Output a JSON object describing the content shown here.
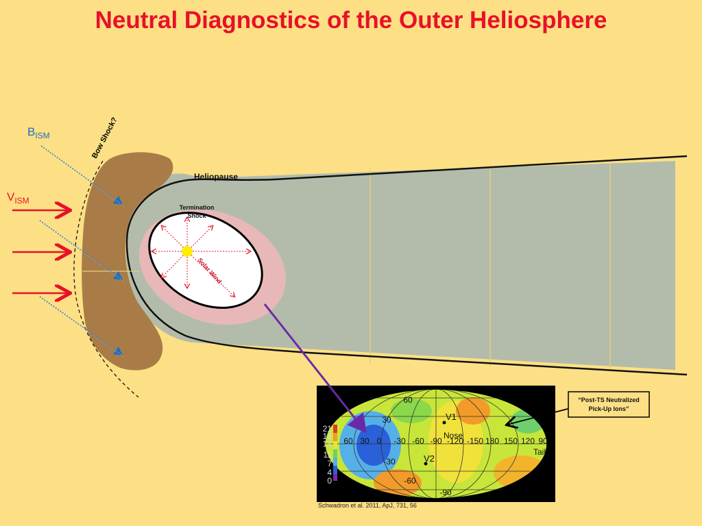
{
  "title": "Neutral Diagnostics of the Outer Heliosphere",
  "labels": {
    "b_ism_main": "B",
    "b_ism_sub": "ISM",
    "v_ism_main": "V",
    "v_ism_sub": "ISM",
    "bow_shock": "Bow Shock?",
    "heliopause": "Heliopause",
    "termination_shock_line1": "Termination",
    "termination_shock_line2": "Shock",
    "solar_wind": "Solar Wind",
    "callout_line1": "“Post-TS Neutralized",
    "callout_line2": "Pick-Up Ions”"
  },
  "map": {
    "colorbar_ticks": [
      "21",
      "18",
      "14",
      "11",
      "7",
      "4",
      "0"
    ],
    "lat_labels": [
      "60",
      "30",
      "-30",
      "-60",
      "-90"
    ],
    "lon_labels": [
      "60",
      "30",
      "0",
      "-30",
      "-60",
      "-90",
      "-120",
      "-150",
      "180",
      "150",
      "120",
      "90"
    ],
    "markers": {
      "v1": "V1",
      "v2": "V2",
      "nose": "Nose",
      "tail": "Tail"
    }
  },
  "citation": "Schwadron et al. 2011, ApJ, 731, 56",
  "colors": {
    "background": "#fde085",
    "title": "#e8102a",
    "flow_arrow": "#e8102a",
    "field_line": "#1e6fc1",
    "heliosheath": "#b3bcab",
    "bow_region": "#a97c47",
    "termination_ring": "#e8b8b8",
    "connector": "#6a2aa8"
  }
}
